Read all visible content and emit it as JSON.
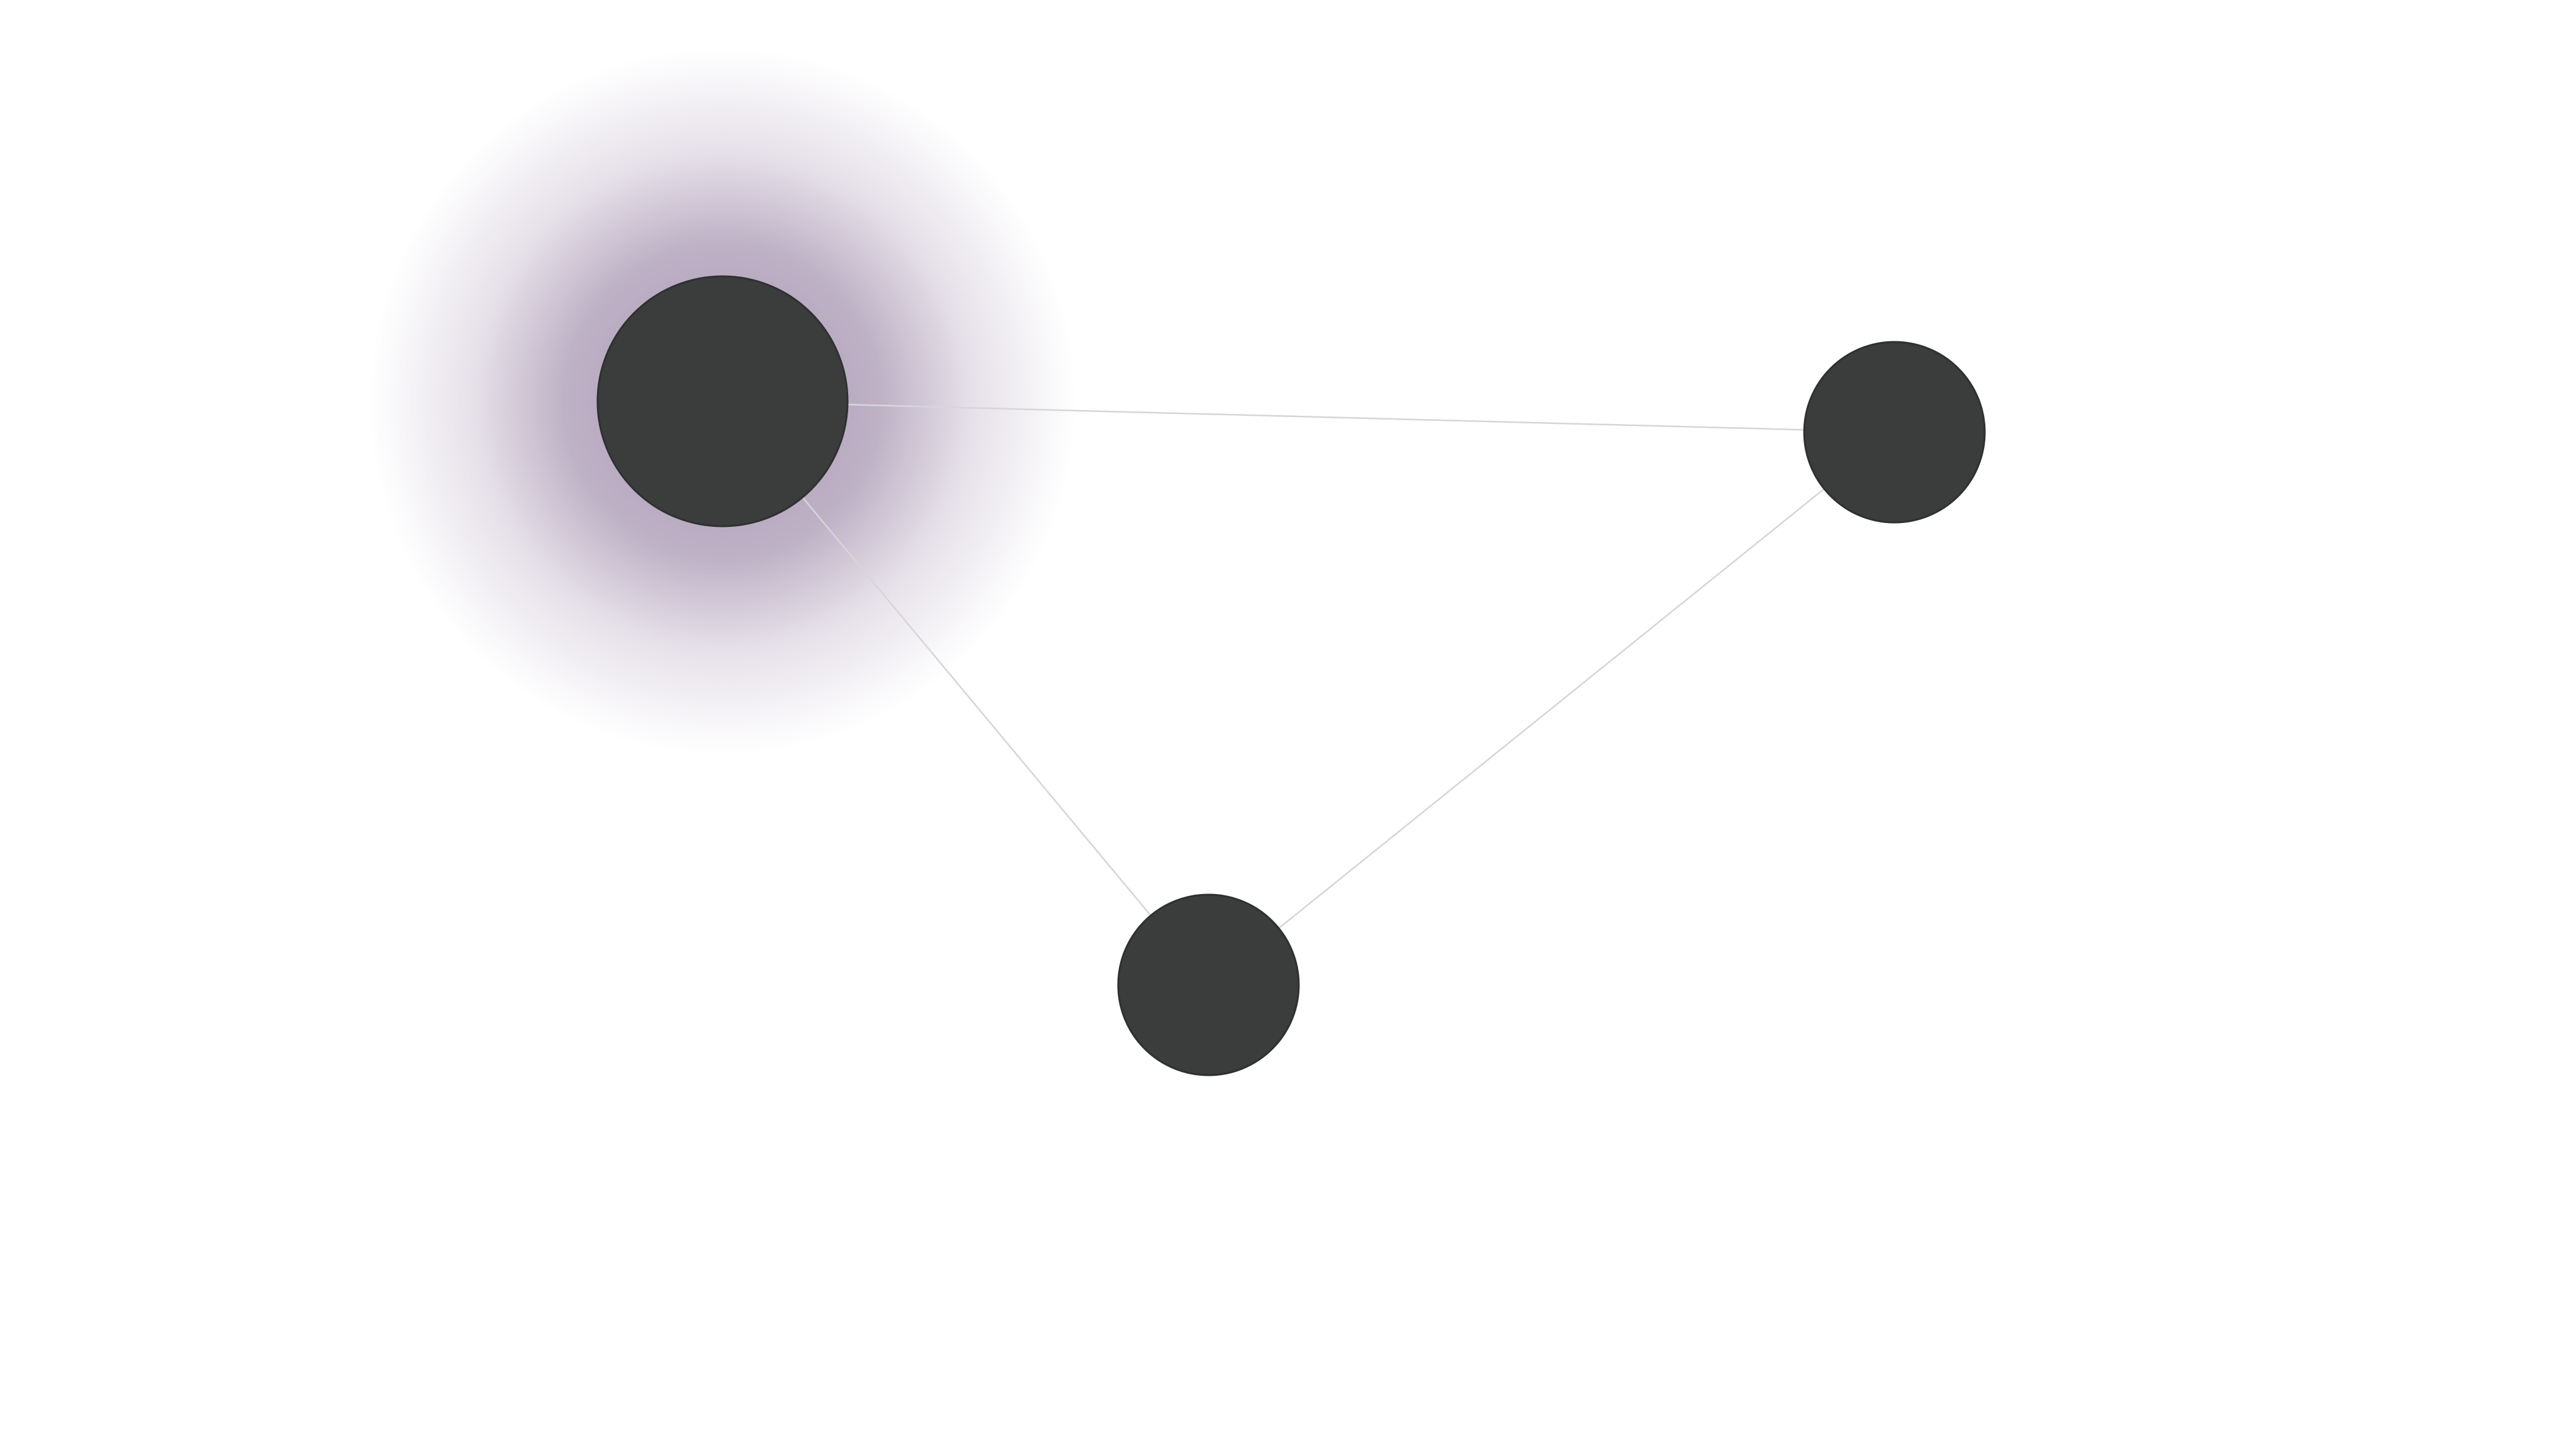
{
  "graph": {
    "background_color": "#ffffff",
    "node_color": "#3a3d3c",
    "node_outline_color": "#2f3130",
    "edge_color": "#d6d6d8",
    "glow_color": "#8a7398",
    "highlighted_node": "node-primary",
    "nodes": [
      {
        "id": "node-primary",
        "role": "primary",
        "highlighted": true
      },
      {
        "id": "node-right",
        "role": "secondary",
        "highlighted": false
      },
      {
        "id": "node-bottom",
        "role": "secondary",
        "highlighted": false
      }
    ],
    "edges": [
      {
        "id": "edge-primary-right",
        "source": "node-primary",
        "target": "node-right"
      },
      {
        "id": "edge-primary-bottom",
        "source": "node-primary",
        "target": "node-bottom"
      },
      {
        "id": "edge-right-bottom",
        "source": "node-right",
        "target": "node-bottom"
      }
    ]
  }
}
